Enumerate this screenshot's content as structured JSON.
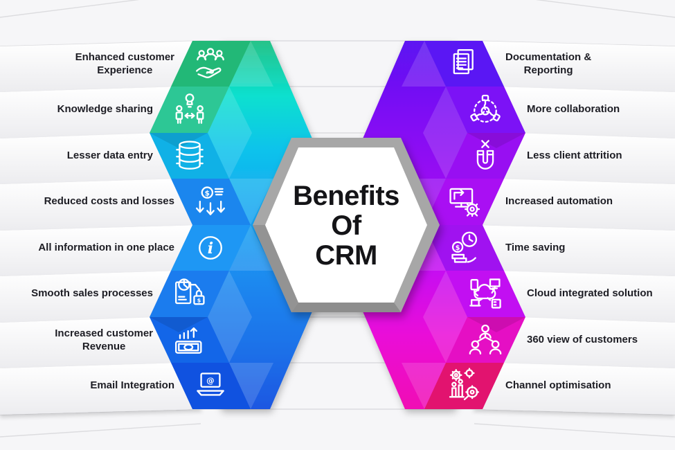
{
  "title": {
    "line1": "Benefits",
    "line2": "Of",
    "line3": "CRM"
  },
  "benefits": {
    "left": [
      {
        "label": "Enhanced customer\nExperience",
        "icon": "customer-care",
        "color": "#22b877"
      },
      {
        "label": "Knowledge sharing",
        "icon": "knowledge-sharing",
        "color": "#2dc795"
      },
      {
        "label": "Lesser data entry",
        "icon": "database",
        "color": "#10b1e6"
      },
      {
        "label": "Reduced costs and losses",
        "icon": "cost-reduction",
        "color": "#1b86ee"
      },
      {
        "label": "All information in one place",
        "icon": "information",
        "color": "#1e97f4"
      },
      {
        "label": "Smooth sales processes",
        "icon": "sales-process",
        "color": "#1b7cee"
      },
      {
        "label": "Increased customer\nRevenue",
        "icon": "revenue-growth",
        "color": "#1366e8"
      },
      {
        "label": "Email Integration",
        "icon": "email-laptop",
        "color": "#1052e0"
      }
    ],
    "right": [
      {
        "label": "Documentation &\nReporting",
        "icon": "documents",
        "color": "#5a17f4"
      },
      {
        "label": "More collaboration",
        "icon": "collaboration-hands",
        "color": "#7c12f6"
      },
      {
        "label": "Less client attrition",
        "icon": "magnet-retention",
        "color": "#980ff2"
      },
      {
        "label": "Increased automation",
        "icon": "monitor-gear",
        "color": "#a90ff3"
      },
      {
        "label": "Time saving",
        "icon": "clock-money",
        "color": "#a012f0"
      },
      {
        "label": "Cloud integrated solution",
        "icon": "cloud-network",
        "color": "#c20ff2"
      },
      {
        "label": "360 view of customers",
        "icon": "customer-network",
        "color": "#e50fc4"
      },
      {
        "label": "Channel optimisation",
        "icon": "gears-optimisation",
        "color": "#e2136f"
      }
    ]
  },
  "glyphs": {
    "dollar": "$",
    "at": "@",
    "info": "i"
  },
  "colors": {
    "background": "#f6f6f8",
    "left_arrow_gradient": [
      "#27c389",
      "#0be0cf",
      "#0fc2ec",
      "#18a0f2",
      "#1b82ee",
      "#1b6fe8",
      "#1d57e2"
    ],
    "right_arrow_gradient": [
      "#5c12f2",
      "#7e10f4",
      "#a30ff2",
      "#c50ff2",
      "#ea0fd8",
      "#f00fb4"
    ],
    "hexagon_border": "#a7a7a7",
    "hexagon_fill": "#ffffff",
    "label_text": "#1d1d24",
    "title_text": "#141417"
  }
}
